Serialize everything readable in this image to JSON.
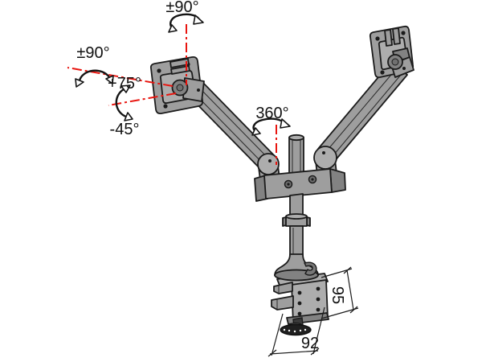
{
  "figure": {
    "type": "technical-diagram",
    "subject": "Dual monitor desk mount arm with rotation angles and clamp dimensions",
    "labels": {
      "pan_top": "±90°",
      "swivel_left": "±90°",
      "tilt_up": "+75°",
      "tilt_down": "-45°",
      "base_rotation": "360°",
      "dim_clamp_height": "95",
      "dim_clamp_width": "92"
    },
    "colors": {
      "background": "#ffffff",
      "part_fill": "#9e9e9e",
      "part_fill_light": "#adadad",
      "part_fill_dark": "#828282",
      "outline": "#1b1b1b",
      "axis_red": "#e8150f",
      "knob_dark": "#1f1f1f",
      "text": "#111111"
    }
  }
}
